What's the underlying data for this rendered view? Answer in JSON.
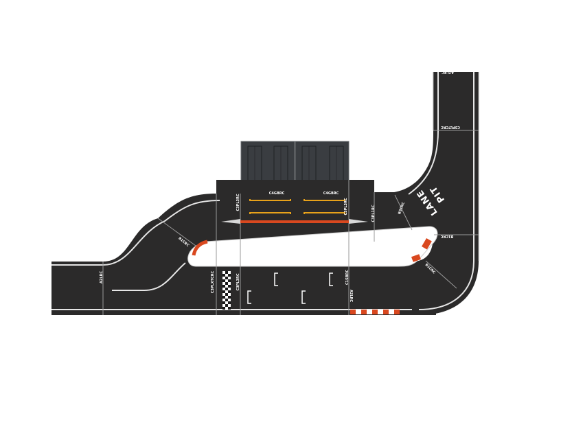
{
  "colors": {
    "asphalt": "#2b2a2a",
    "line": "#e6e6e6",
    "kerb_red": "#d9481f",
    "grid_yellow": "#e8a21a",
    "stand": "#3a3d41",
    "stand_dark": "#2a2c2f"
  },
  "tile_labels": {
    "a2lrc_top": "A2LRC",
    "c3pltcrc_top": "C3PLTCRC",
    "b3crc_right": "B3CRC",
    "b1crc_right": "B1CRC",
    "b1crc_lower": "B1CRC",
    "c4gbrc_left": "C4GBRC",
    "c4gbrc_right": "C4GBRC",
    "c3pl3rc_stand": "C3PL3RC",
    "c3pl3rc_mid": "C3PL3RC",
    "c3pl1rc": "C3PL1RC",
    "b1crc_left": "B1CRC",
    "a2lrc_left": "A2LRC",
    "c3plxtcrc": "C3PLXTCRC",
    "c3pl3rc_bottom": "C3PL3RC",
    "c1sbrc": "C1SBRC",
    "a2lrc_bottom": "A2LRC"
  },
  "pit_lane": {
    "word1": "PIT",
    "word2": "LANE"
  },
  "icons": {
    "grandstand": "grandstand-icon",
    "checkered": "checkered-flag-icon",
    "grid_box": "grid-box-icon"
  }
}
